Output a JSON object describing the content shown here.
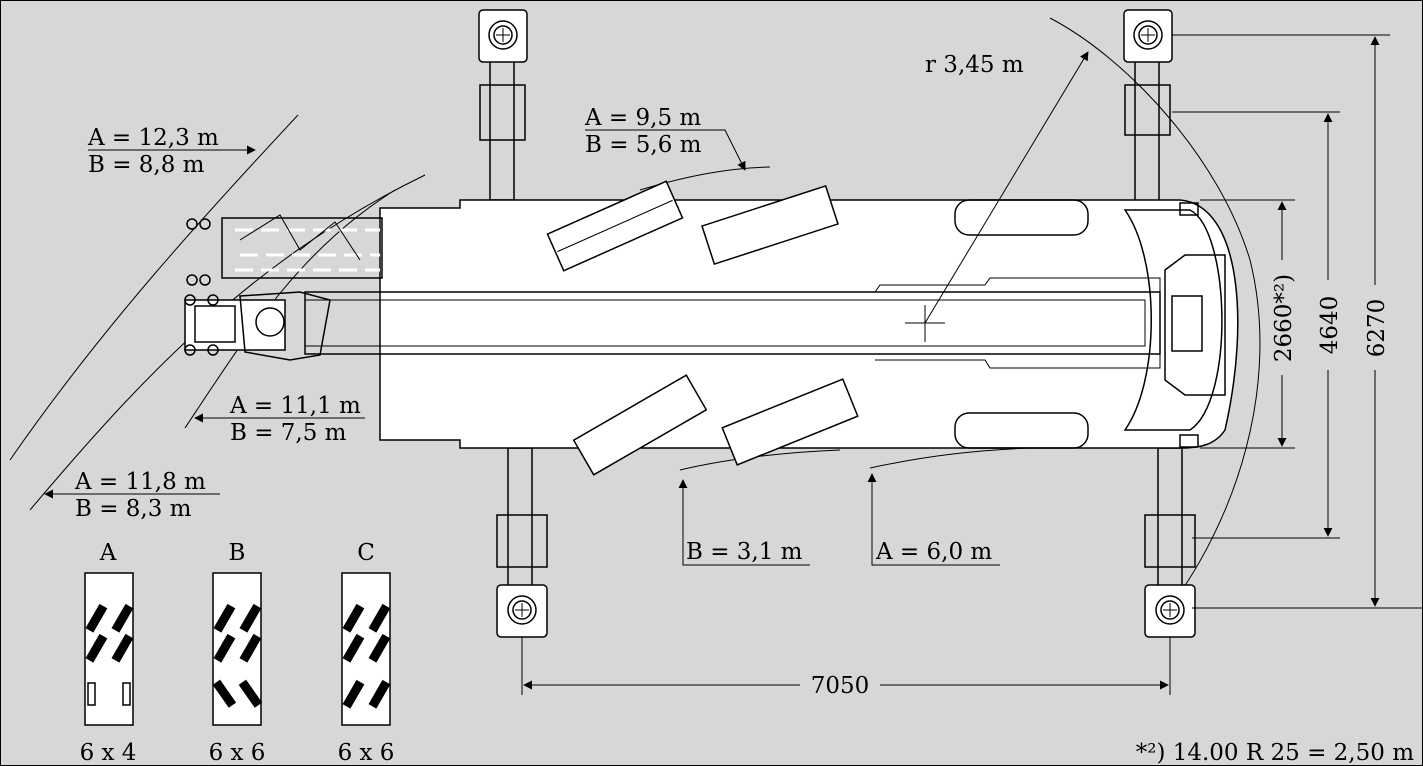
{
  "turning_labels": {
    "outer_left_A": "A = 12,3 m",
    "outer_left_B": "B = 8,8 m",
    "mid_left_A": "A = 11,1 m",
    "mid_left_B": "B = 7,5 m",
    "low_left_A": "A = 11,8 m",
    "low_left_B": "B = 8,3 m",
    "top_A": "A = 9,5 m",
    "top_B": "B = 5,6 m",
    "bottom_B": "B = 3,1 m",
    "bottom_A": "A = 6,0 m",
    "radius": "r 3,45 m"
  },
  "dimensions": {
    "width_2660": "2660*²)",
    "width_4640": "4640",
    "width_6270": "6270",
    "length_7050": "7050"
  },
  "steering_modes": [
    {
      "letter": "A",
      "drive": "6 x 4"
    },
    {
      "letter": "B",
      "drive": "6 x 6"
    },
    {
      "letter": "C",
      "drive": "6 x 6"
    }
  ],
  "footnote": "*²) 14.00 R 25 = 2,50 m"
}
